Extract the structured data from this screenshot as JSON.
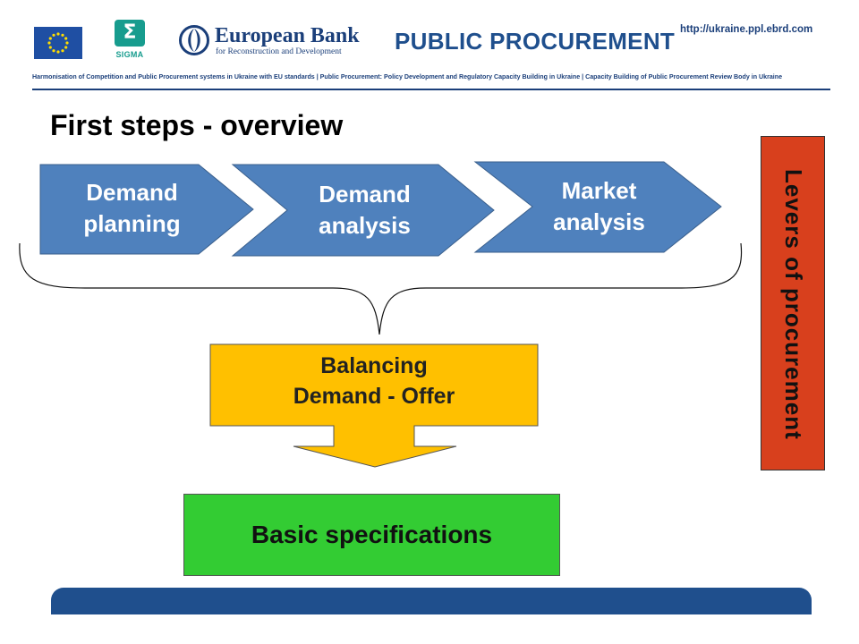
{
  "header": {
    "sigma_label": "SIGMA",
    "sigma_glyph": "Σ",
    "ebrd_name": "European Bank",
    "ebrd_subtitle": "for Reconstruction and Development",
    "title": "PUBLIC PROCUREMENT",
    "url": "http://ukraine.ppl.ebrd.com",
    "tagline": "Harmonisation of Competition and Public Procurement systems in Ukraine with EU standards  |  Public Procurement: Policy Development and Regulatory Capacity Building in Ukraine  |  Capacity Building of Public Procurement Review Body in Ukraine"
  },
  "slide": {
    "title": "First steps - overview"
  },
  "steps": [
    {
      "label": "Demand\nplanning"
    },
    {
      "label": "Demand\nanalysis"
    },
    {
      "label": "Market\nanalysis"
    }
  ],
  "balance": {
    "label": "Balancing\nDemand - Offer"
  },
  "result": {
    "label": "Basic specifications"
  },
  "levers": {
    "label": "Levers of procurement"
  },
  "colors": {
    "step_fill": "#4f81bd",
    "balance_fill": "#ffc000",
    "result_fill": "#33cc33",
    "levers_fill": "#d8401d",
    "brand_blue": "#1f4f8d"
  },
  "icons": {
    "eu_flag": "eu-flag-icon",
    "ebrd": "ebrd-emblem-icon",
    "sigma": "sigma-icon"
  }
}
